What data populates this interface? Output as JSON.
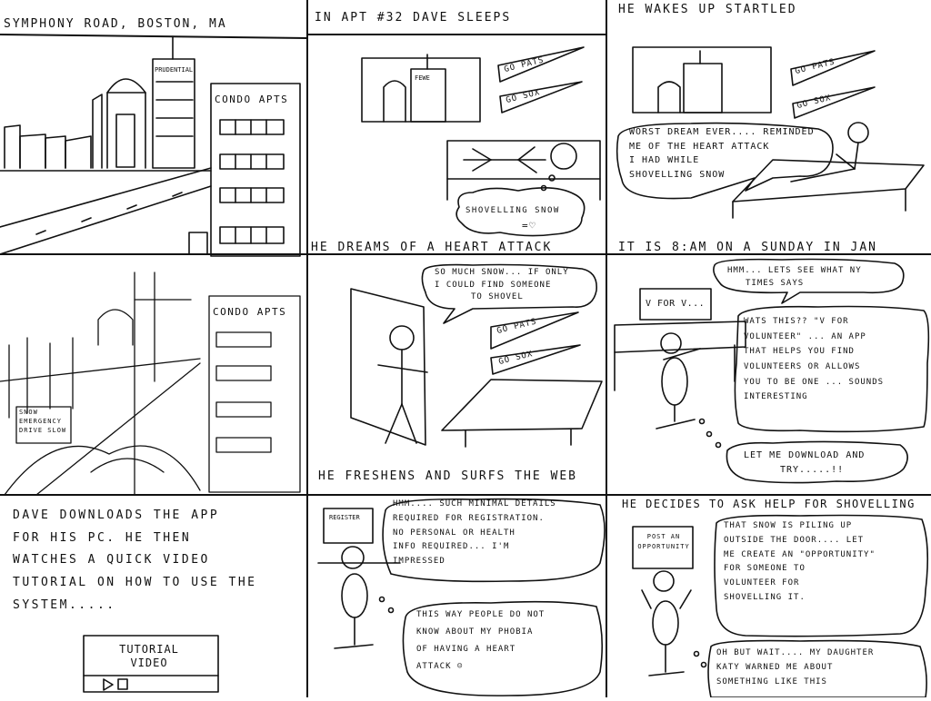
{
  "panels": {
    "p1": {
      "caption": "SYMPHONY ROAD, BOSTON, MA",
      "prudential": "PRUDENTIAL",
      "condo": "CONDO APTS"
    },
    "p2": {
      "caption": "IN APT #32  DAVE SLEEPS",
      "sign1": "GO PATS",
      "sign2": "GO SOX",
      "dream": "SHOVELLING SNOW",
      "tv": "FEWE"
    },
    "p3": {
      "caption": "HE WAKES UP STARTLED",
      "sign1": "GO PATS",
      "sign2": "GO SOX",
      "bubble": [
        "WORST DREAM EVER.... REMINDED",
        "ME OF THE HEART ATTACK",
        "I HAD WHILE",
        "SHOVELLING SNOW"
      ]
    },
    "p4": {
      "condo": "CONDO APTS",
      "roadsign": [
        "SNOW",
        "EMERGENCY",
        "DRIVE SLOW"
      ]
    },
    "p5": {
      "caption": "HE DREAMS OF A  HEART ATTACK",
      "bubble": [
        "SO MUCH SNOW... IF ONLY",
        "I COULD FIND SOMEONE",
        "TO SHOVEL"
      ],
      "sign1": "GO PATS",
      "sign2": "GO SOX"
    },
    "p6": {
      "caption": "IT IS  8:AM ON A SUNDAY IN JAN",
      "bubble1": [
        "HMM... LETS SEE WHAT NY",
        "TIMES SAYS"
      ],
      "screen": "V FOR V...",
      "bubble2": [
        "WATS THIS?? \"V FOR",
        "VOLUNTEER\" ... AN APP",
        "THAT HELPS YOU FIND",
        "VOLUNTEERS OR ALLOWS",
        "YOU TO BE ONE ... SOUNDS",
        "INTERESTING"
      ],
      "bubble3": [
        "LET ME DOWNLOAD AND",
        "TRY.....!!"
      ]
    },
    "p7": {
      "text": [
        "DAVE DOWNLOADS THE APP",
        "FOR HIS PC. HE THEN",
        "WATCHES A QUICK VIDEO",
        "TUTORIAL ON HOW TO USE THE",
        "SYSTEM....."
      ],
      "video": [
        "TUTORIAL",
        "VIDEO"
      ]
    },
    "p8": {
      "caption": "HE FRESHENS AND SURFS THE WEB",
      "screen": "REGISTER",
      "bubble1": [
        "HMM.... SUCH MINIMAL DETAILS",
        "REQUIRED FOR REGISTRATION.",
        "NO PERSONAL OR HEALTH",
        "INFO REQUIRED... I'M",
        "IMPRESSED"
      ],
      "bubble2": [
        "THIS WAY PEOPLE DO NOT",
        "KNOW ABOUT MY PHOBIA",
        "OF HAVING A HEART",
        "ATTACK"
      ]
    },
    "p9": {
      "caption": "HE DECIDES TO ASK HELP FOR SHOVELLING",
      "screen": [
        "POST AN",
        "OPPORTUNITY"
      ],
      "bubble1": [
        "THAT SNOW IS PILING UP",
        "OUTSIDE THE DOOR.... LET",
        "ME CREATE AN \"OPPORTUNITY\"",
        "FOR SOMEONE TO",
        "VOLUNTEER FOR",
        "SHOVELLING IT."
      ],
      "bubble2": [
        "OH BUT WAIT.... MY DAUGHTER",
        "KATY WARNED ME ABOUT",
        "SOMETHING LIKE THIS"
      ]
    }
  }
}
